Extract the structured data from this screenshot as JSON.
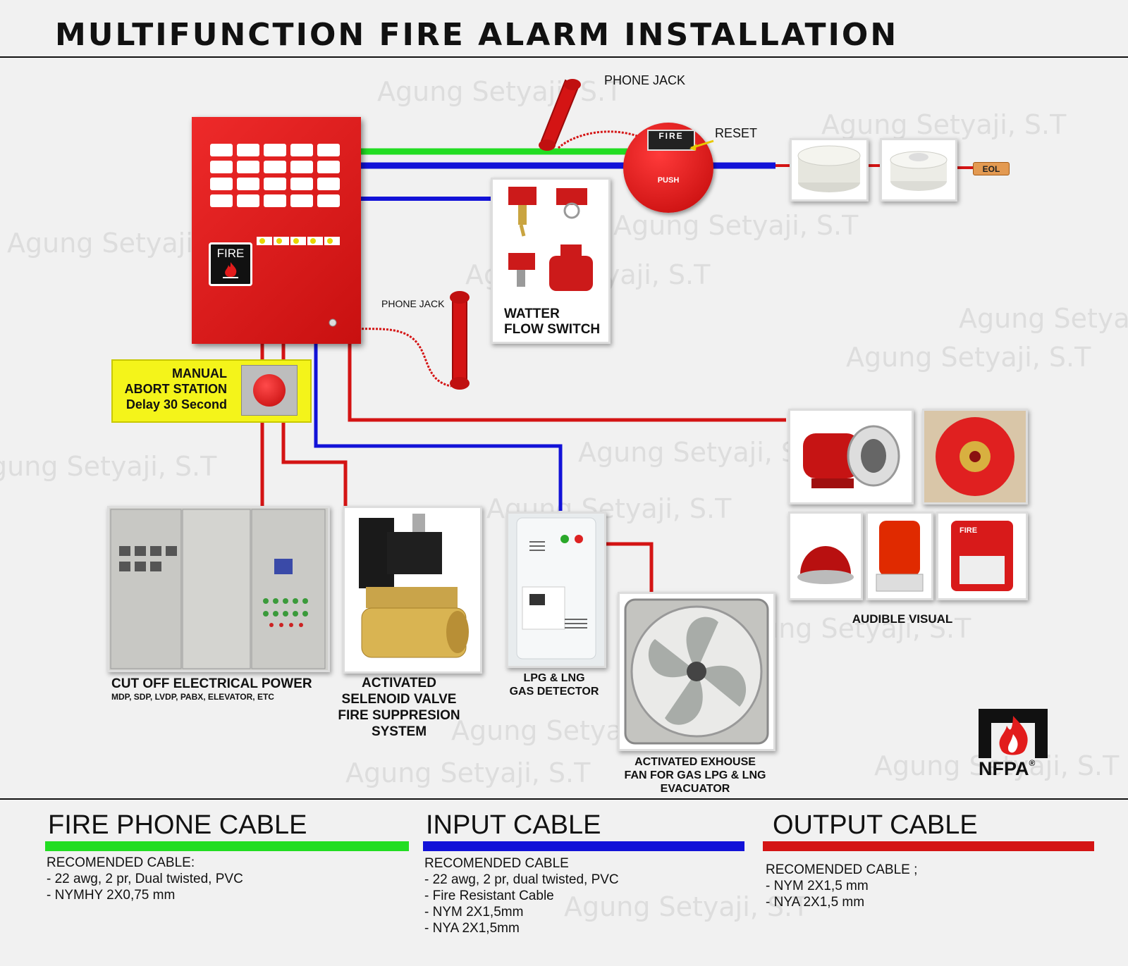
{
  "title": "MULTIFUNCTION FIRE ALARM INSTALLATION",
  "watermark": "Agung Setyaji, S.T",
  "colors": {
    "phone_cable": "#22dd22",
    "input_cable": "#1212d8",
    "output_cable": "#d41414",
    "panel_red": "#e21c1c"
  },
  "panel": {
    "fire_label": "FIRE"
  },
  "labels": {
    "phone_jack_top": "PHONE JACK",
    "phone_jack_bottom": "PHONE JACK",
    "reset": "RESET",
    "push": "PUSH",
    "fire_mcp": "FIRE",
    "eol": "EOL",
    "water_flow_1": "WATTER",
    "water_flow_2": "FLOW SWITCH",
    "abort_1": "MANUAL",
    "abort_2": "ABORT STATION",
    "abort_3": "Delay 30 Second",
    "power_title": "CUT OFF ELECTRICAL POWER",
    "power_sub": "MDP, SDP, LVDP, PABX, ELEVATOR, ETC",
    "valve": [
      "ACTIVATED",
      "SELENOID VALVE",
      "FIRE SUPPRESION",
      "SYSTEM"
    ],
    "gas": [
      "LPG & LNG",
      "GAS DETECTOR"
    ],
    "fan": [
      "ACTIVATED EXHOUSE",
      "FAN FOR GAS LPG & LNG",
      "EVACUATOR"
    ],
    "audible_visual": "AUDIBLE VISUAL",
    "strobe_fire": "FIRE",
    "nfpa": "NFPA",
    "nfpa_reg": "®"
  },
  "legend": [
    {
      "title": "FIRE PHONE CABLE",
      "color": "#22dd22",
      "lines": [
        "RECOMENDED CABLE:",
        "- 22 awg, 2 pr, Dual twisted, PVC",
        "- NYMHY 2X0,75 mm"
      ]
    },
    {
      "title": "INPUT CABLE",
      "color": "#1212d8",
      "lines": [
        "RECOMENDED CABLE",
        "- 22 awg, 2 pr, dual twisted, PVC",
        "- Fire Resistant Cable",
        "- NYM 2X1,5mm",
        "- NYA 2X1,5mm"
      ]
    },
    {
      "title": "OUTPUT CABLE",
      "color": "#d41414",
      "lines": [
        "RECOMENDED CABLE ;",
        "- NYM 2X1,5 mm",
        "- NYA 2X1,5 mm"
      ]
    }
  ]
}
